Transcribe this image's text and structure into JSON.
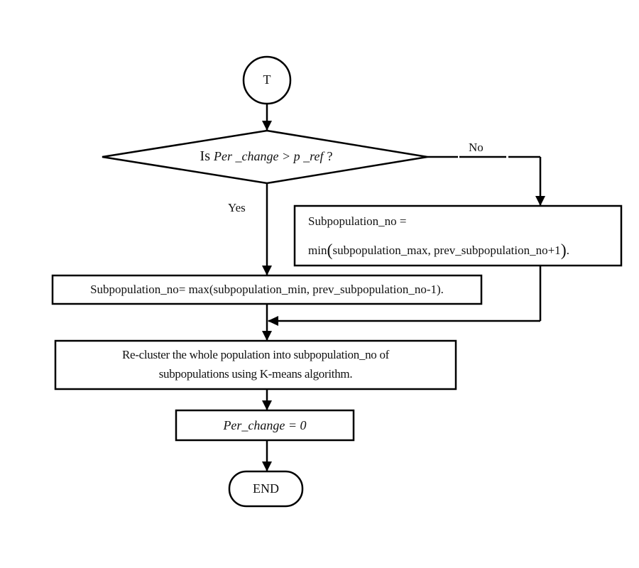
{
  "diagram": {
    "type": "flowchart",
    "start": {
      "label": "T"
    },
    "decision": {
      "prefix": "Is",
      "condition": "Per _change > p _ref",
      "suffix": "?"
    },
    "branches": {
      "yes_label": "Yes",
      "no_label": "No"
    },
    "no_box": {
      "line1": "Subpopulation_no =",
      "line2_func": "min",
      "line2_args": "subpopulation_max, prev_subpopulation_no+1",
      "line2_end": "."
    },
    "yes_box": {
      "text": "Subpopulation_no= max(subpopulation_min, prev_subpopulation_no-1)."
    },
    "recluster_box": {
      "line1": "Re-cluster the whole population into subpopulation_no of",
      "line2": "subpopulations using K-means algorithm."
    },
    "reset_box": {
      "text": "Per_change = 0"
    },
    "end": {
      "label": "END"
    },
    "colors": {
      "stroke": "#000000",
      "background": "#ffffff",
      "text": "#111111"
    }
  }
}
